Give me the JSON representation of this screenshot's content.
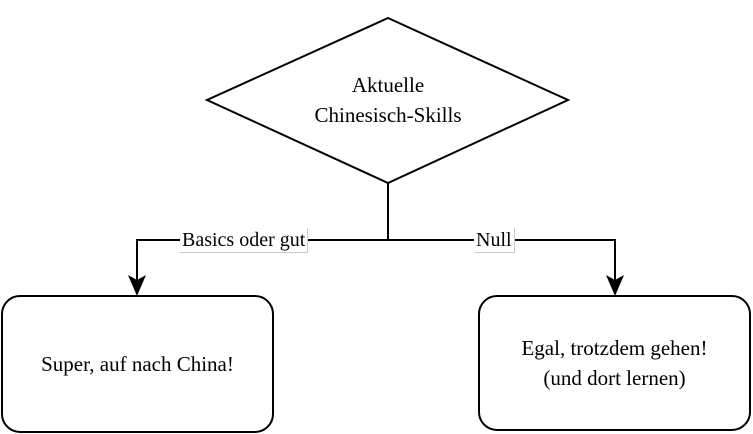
{
  "decision": {
    "line1": "Aktuelle",
    "line2": "Chinesisch-Skills"
  },
  "edges": [
    {
      "label": "Basics oder gut"
    },
    {
      "label": "Null"
    }
  ],
  "left_node": {
    "text": "Super, auf nach China!"
  },
  "right_node": {
    "line1": "Egal, trotzdem gehen!",
    "line2": "(und dort lernen)"
  }
}
